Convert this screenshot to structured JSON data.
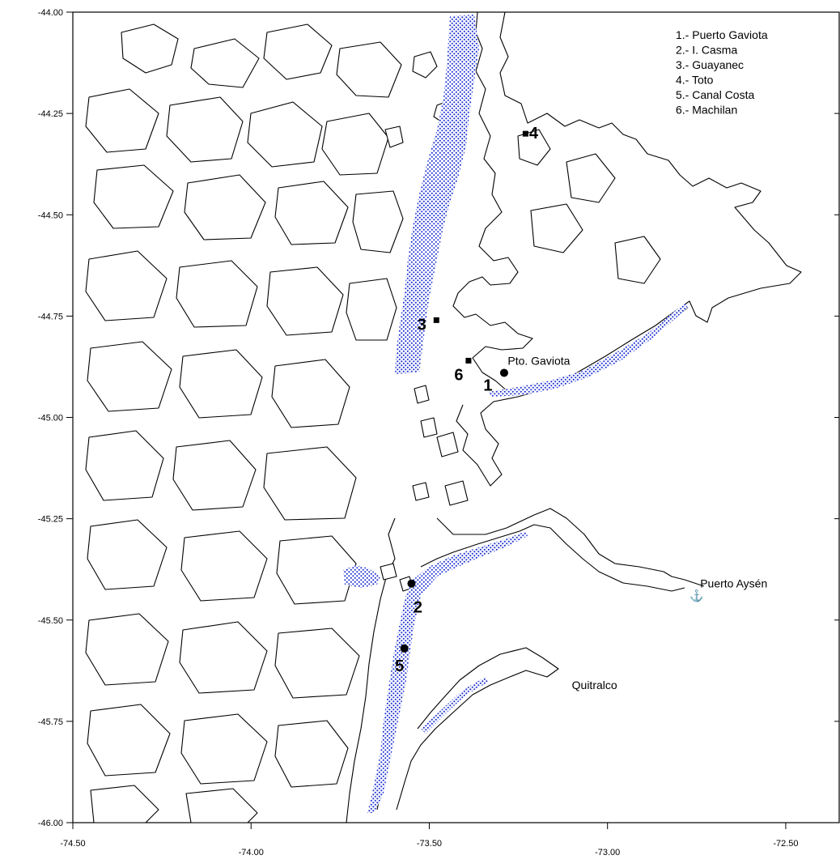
{
  "map": {
    "x_axis": {
      "range": [
        -74.5,
        -72.35
      ],
      "ticks": [
        {
          "value": -74.5,
          "label": "-74.50"
        },
        {
          "value": -74.0,
          "label": "-74.00"
        },
        {
          "value": -73.5,
          "label": "-73.50"
        },
        {
          "value": -73.0,
          "label": "-73.00"
        },
        {
          "value": -72.5,
          "label": "-72.50"
        }
      ]
    },
    "y_axis": {
      "range": [
        -46.0,
        -44.0
      ],
      "ticks": [
        {
          "value": -44.0,
          "label": "-44.00"
        },
        {
          "value": -44.25,
          "label": "-44.25"
        },
        {
          "value": -44.5,
          "label": "-44.50"
        },
        {
          "value": -44.75,
          "label": "-44.75"
        },
        {
          "value": -45.0,
          "label": "-45.00"
        },
        {
          "value": -45.25,
          "label": "-45.25"
        },
        {
          "value": -45.5,
          "label": "-45.50"
        },
        {
          "value": -45.75,
          "label": "-45.75"
        },
        {
          "value": -46.0,
          "label": "-46.00"
        }
      ]
    },
    "legend": {
      "position": "top-right",
      "items": [
        "1.- Puerto Gaviota",
        "2.- I. Casma",
        "3.- Guayanec",
        "4.- Toto",
        "5.- Canal Costa",
        "6.- Machilan"
      ]
    },
    "sites": [
      {
        "number": "1",
        "name": "Puerto Gaviota",
        "marker": "circle",
        "lon": -73.29,
        "lat": -44.89
      },
      {
        "number": "2",
        "name": "I. Casma",
        "marker": "circle",
        "lon": -73.55,
        "lat": -45.41
      },
      {
        "number": "3",
        "name": "Guayanec",
        "marker": "square",
        "lon": -73.48,
        "lat": -44.76
      },
      {
        "number": "4",
        "name": "Toto",
        "marker": "square",
        "lon": -73.23,
        "lat": -44.3
      },
      {
        "number": "5",
        "name": "Canal Costa",
        "marker": "circle",
        "lon": -73.57,
        "lat": -45.57
      },
      {
        "number": "6",
        "name": "Machilan",
        "marker": "square",
        "lon": -73.39,
        "lat": -44.86
      }
    ],
    "place_labels": [
      {
        "text": "Pto. Gaviota",
        "lon": -73.28,
        "lat": -44.87
      },
      {
        "text": "Puerto Aysén",
        "lon": -72.74,
        "lat": -45.42
      },
      {
        "text": "Quitralco",
        "lon": -73.1,
        "lat": -45.67
      }
    ],
    "anchor_symbol": "⚓",
    "colors": {
      "zone_fill": "#1a2fd0",
      "coastline": "#000000"
    }
  }
}
